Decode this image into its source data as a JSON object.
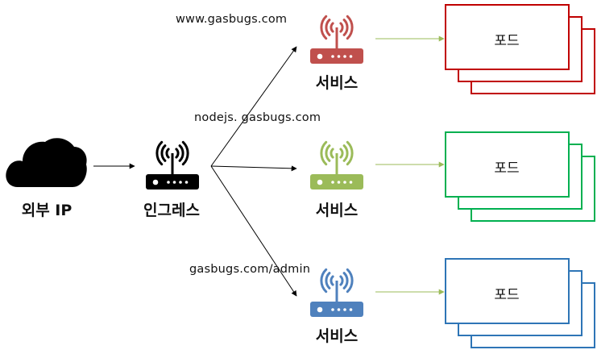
{
  "external": {
    "label": "외부 IP",
    "color": "#000000"
  },
  "ingress": {
    "label": "인그레스",
    "color": "#000000"
  },
  "services": [
    {
      "host": "www.gasbugs.com",
      "label": "서비스",
      "pod_label": "포드",
      "color": "#c0504d",
      "pod_border": "#c00000"
    },
    {
      "host": "nodejs. gasbugs.com",
      "label": "서비스",
      "pod_label": "포드",
      "color": "#9bbb59",
      "pod_border": "#00b050"
    },
    {
      "host": "gasbugs.com/admin",
      "label": "서비스",
      "pod_label": "포드",
      "color": "#4f81bd",
      "pod_border": "#2e75b6"
    }
  ],
  "connector_color": "#9bbb59",
  "edge_color": "#000000"
}
